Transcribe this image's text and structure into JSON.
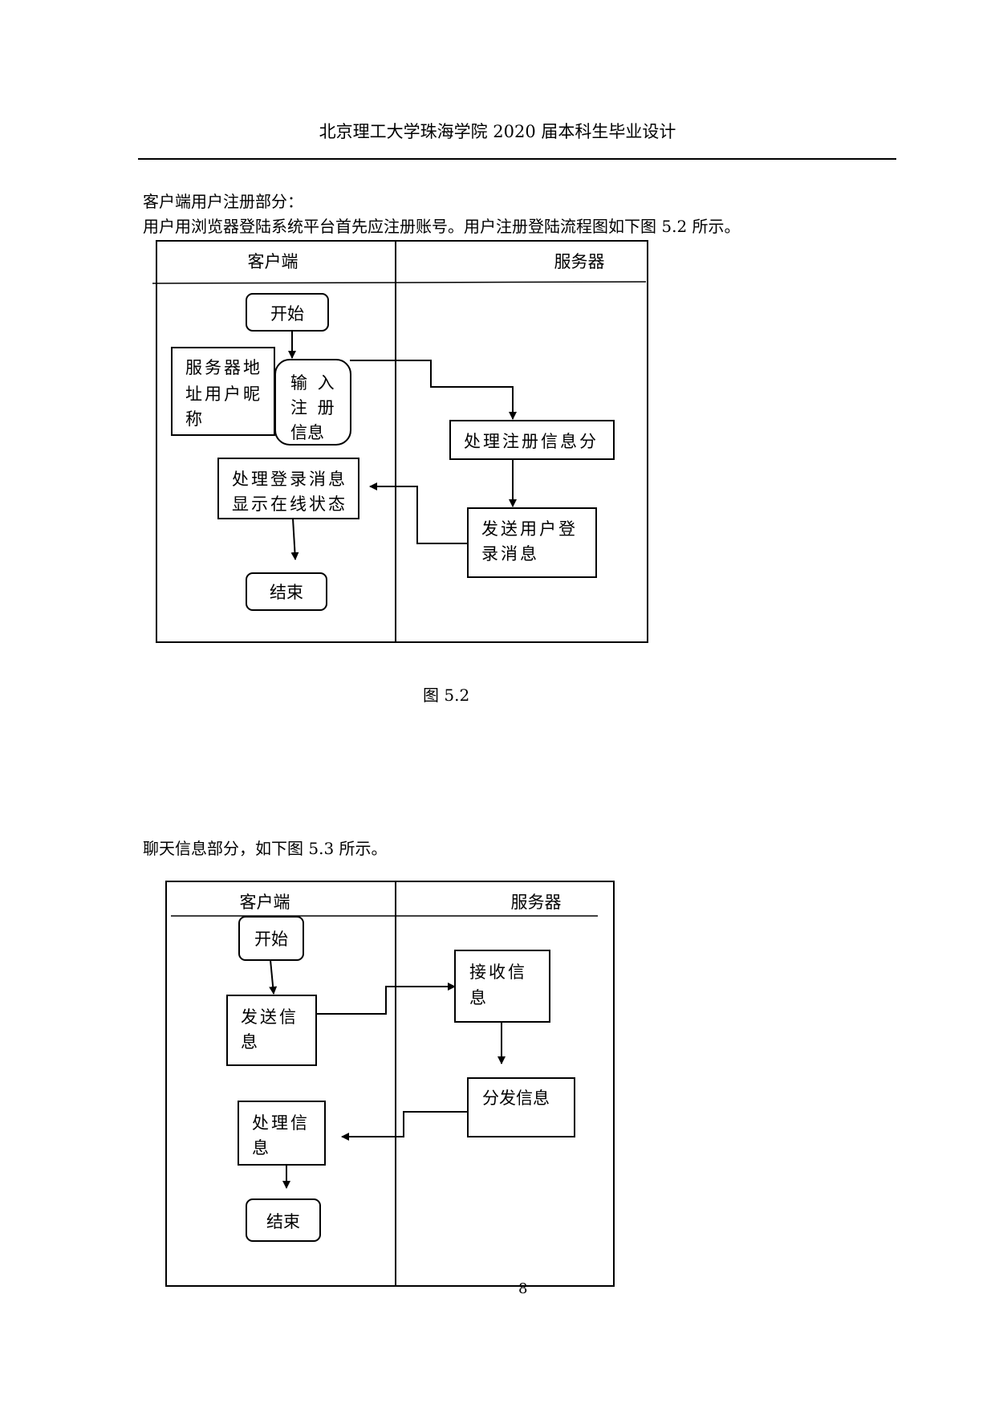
{
  "header": {
    "title": "北京理工大学珠海学院 2020 届本科生毕业设计"
  },
  "section1": {
    "heading": "客户端用户注册部分：",
    "intro": "用户用浏览器登陆系统平台首先应注册账号。用户注册登陆流程图如下图 5.2 所示。"
  },
  "figure52": {
    "lanes": {
      "client": "客户端",
      "server": "服务器"
    },
    "nodes": {
      "start": "开始",
      "server_addr_l1": "服务器地",
      "server_addr_l2": "址用户昵",
      "server_addr_l3": "称",
      "input_l1": "输 入",
      "input_l2": "注 册",
      "input_l3": "信息",
      "process_reg": "处理注册信息分",
      "send_login_l1": "发送用户登",
      "send_login_l2": "录消息",
      "process_login_l1": "处理登录消息",
      "process_login_l2": "显示在线状态",
      "end": "结束"
    },
    "caption": "图 5.2"
  },
  "section2": {
    "intro": "聊天信息部分，如下图 5.3 所示。"
  },
  "figure53": {
    "lanes": {
      "client": "客户端",
      "server": "服务器"
    },
    "nodes": {
      "start": "开始",
      "send_l1": "发送信",
      "send_l2": "息",
      "receive_l1": "接收信",
      "receive_l2": "息",
      "distribute": "分发信息",
      "process_l1": "处理信",
      "process_l2": "息",
      "end": "结束"
    }
  },
  "footer": {
    "page_number": "8"
  }
}
